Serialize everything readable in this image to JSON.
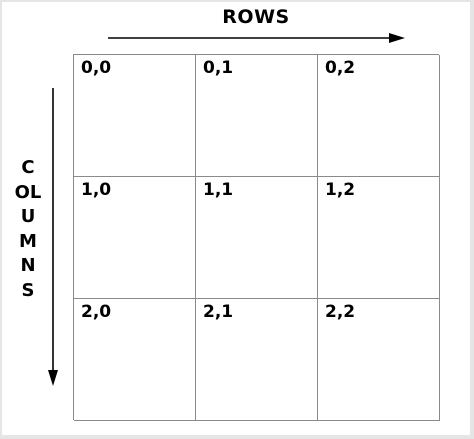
{
  "labels": {
    "rows": "ROWS",
    "columns": "COLUMNS"
  },
  "cells": [
    "0,0",
    "0,1",
    "0,2",
    "1,0",
    "1,1",
    "1,2",
    "2,0",
    "2,1",
    "2,2"
  ],
  "colors": {
    "background": "#e5e5e5",
    "panel": "#ffffff",
    "grid_line": "#8a8a8a",
    "text": "#000000"
  }
}
